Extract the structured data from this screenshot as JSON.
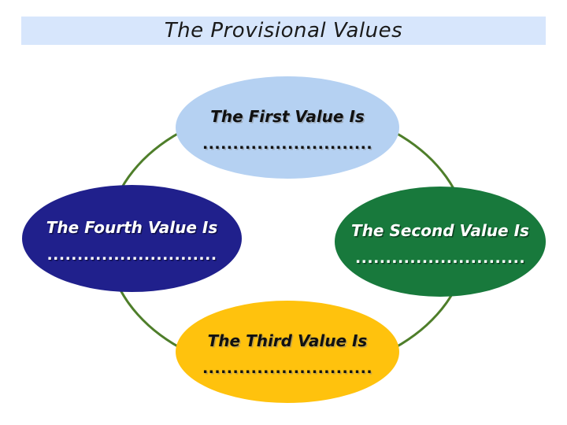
{
  "title": "The Provisional Values",
  "colors": {
    "banner_bg": "#d7e6fc",
    "ring_stroke": "#4e7e2a",
    "first_fill": "#b5d1f2",
    "second_fill": "#18793c",
    "third_fill": "#ffc20d",
    "fourth_fill": "#20208c",
    "dark_text": "#111111",
    "light_text": "#ffffff"
  },
  "nodes": [
    {
      "label": "The First Value Is",
      "dots": "............................"
    },
    {
      "label": "The Second Value Is",
      "dots": "............................"
    },
    {
      "label": "The Third Value Is",
      "dots": "............................"
    },
    {
      "label": "The Fourth Value Is",
      "dots": "............................"
    }
  ]
}
